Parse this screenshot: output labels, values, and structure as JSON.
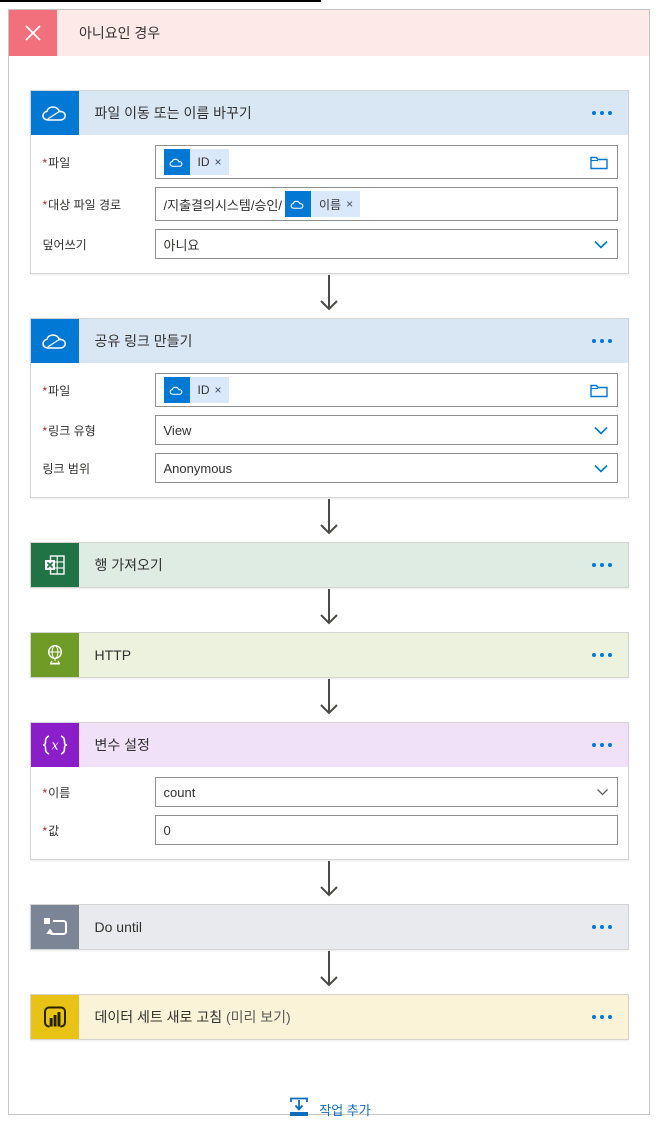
{
  "topbar": {
    "color": "#000000"
  },
  "branch_header": {
    "title": "아니요인 경우",
    "icon": "x-branch-icon",
    "bg_color": "#FCE9E8",
    "icon_bg_color": "#F1707B"
  },
  "cards": [
    {
      "id": "move-or-rename-file",
      "connector": "onedrive",
      "accent_color": "#0078D4",
      "header_bg_color": "#D9E7F5",
      "title": "파일 이동 또는 이름 바꾸기",
      "menu_icon": "ellipsis-icon",
      "fields": [
        {
          "label": "파일",
          "required": "*",
          "type": "token-picker",
          "token": {
            "icon": "onedrive-icon",
            "label": "ID",
            "dismiss": "×"
          },
          "trailing_icon": "folder-picker-icon"
        },
        {
          "label": "대상 파일 경로",
          "required": "*",
          "type": "text-with-token",
          "text": "/지출결의시스템/승인/",
          "token": {
            "icon": "onedrive-icon",
            "label": "이름",
            "dismiss": "×"
          }
        },
        {
          "label": "덮어쓰기",
          "required": "",
          "type": "dropdown",
          "value": "아니요",
          "trailing_icon": "chevron-down-icon"
        }
      ]
    },
    {
      "id": "create-share-link",
      "connector": "onedrive",
      "accent_color": "#0078D4",
      "header_bg_color": "#D9E7F5",
      "title": "공유 링크 만들기",
      "menu_icon": "ellipsis-icon",
      "fields": [
        {
          "label": "파일",
          "required": "*",
          "type": "token-picker",
          "token": {
            "icon": "onedrive-icon",
            "label": "ID",
            "dismiss": "×"
          },
          "trailing_icon": "folder-picker-icon"
        },
        {
          "label": "링크 유형",
          "required": "*",
          "type": "dropdown",
          "value": "View",
          "trailing_icon": "chevron-down-icon"
        },
        {
          "label": "링크 범위",
          "required": "",
          "type": "dropdown",
          "value": "Anonymous",
          "trailing_icon": "chevron-down-icon"
        }
      ]
    },
    {
      "id": "get-row",
      "connector": "excel",
      "accent_color": "#217346",
      "header_bg_color": "#DEECE4",
      "title": "행 가져오기",
      "menu_icon": "ellipsis-icon",
      "collapsed": true
    },
    {
      "id": "http",
      "connector": "http",
      "accent_color": "#6F9B27",
      "header_bg_color": "#EDF2DF",
      "title": "HTTP",
      "menu_icon": "ellipsis-icon",
      "collapsed": true
    },
    {
      "id": "set-variable",
      "connector": "variable",
      "accent_color": "#8A1FC9",
      "header_bg_color": "#F0E1F9",
      "title": "변수 설정",
      "menu_icon": "ellipsis-icon",
      "fields": [
        {
          "label": "이름",
          "required": "*",
          "type": "combobox",
          "value": "count",
          "trailing_icon": "chevron-down-icon"
        },
        {
          "label": "값",
          "required": "*",
          "type": "text",
          "value": "0"
        }
      ]
    },
    {
      "id": "do-until",
      "connector": "control",
      "accent_color": "#7B8595",
      "header_bg_color": "#E8EAED",
      "title": "Do until",
      "menu_icon": "ellipsis-icon",
      "collapsed": true
    },
    {
      "id": "refresh-dataset",
      "connector": "powerbi",
      "accent_color": "#E9C216",
      "header_bg_color": "#FAF3D8",
      "title": "데이터 세트 새로 고침",
      "title_suffix": "(미리 보기)",
      "menu_icon": "ellipsis-icon",
      "collapsed": true
    }
  ],
  "footer": {
    "add_action_label": "작업 추가",
    "add_action_icon": "insert-action-icon",
    "accent_color": "#0F6CBD"
  }
}
